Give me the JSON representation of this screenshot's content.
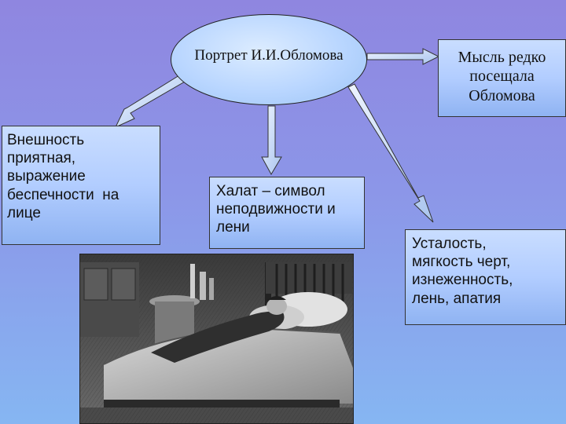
{
  "center": {
    "label": "Портрет И.И.Обломова"
  },
  "nodes": {
    "appearance": {
      "lines": [
        "Внешность",
        "приятная,",
        "выражение",
        "беспечности  на",
        "лице"
      ]
    },
    "robe": {
      "lines": [
        "Халат – символ",
        "неподвижности и",
        "лени"
      ]
    },
    "thought": {
      "lines": [
        "Мысль редко",
        "посещала",
        "Обломова"
      ]
    },
    "fatigue": {
      "lines": [
        "Усталость,",
        "мягкость черт,",
        "изнеженность,",
        "лень, апатия"
      ]
    }
  },
  "colors": {
    "background_top": "#8f86e0",
    "background_bottom": "#86b6f2",
    "box_fill": "#b2cdff",
    "ellipse_fill": "#b9d6ff",
    "arrow_fill": "#c8dcf8"
  },
  "illustration": {
    "subject": "engraving-oblomov-lying-on-sofa"
  }
}
